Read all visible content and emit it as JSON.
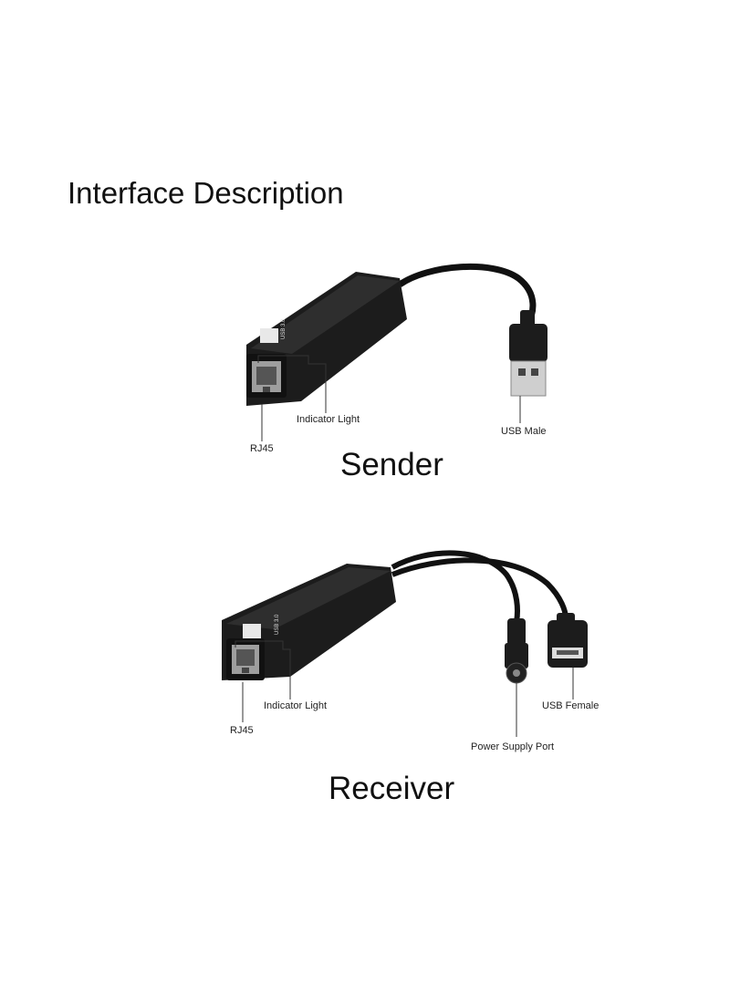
{
  "title": "Interface Description",
  "sender": {
    "label": "Sender",
    "callouts": {
      "indicator_light": "Indicator Light",
      "rj45": "RJ45",
      "usb_male": "USB Male"
    }
  },
  "receiver": {
    "label": "Receiver",
    "callouts": {
      "indicator_light": "Indicator Light",
      "rj45": "RJ45",
      "usb_female": "USB Female",
      "power_supply_port": "Power Supply Port"
    }
  },
  "colors": {
    "device_body": "#1c1c1c",
    "device_shade": "#2e2e2e",
    "port_metal": "#bdbdbd",
    "leader_line": "#333333"
  }
}
